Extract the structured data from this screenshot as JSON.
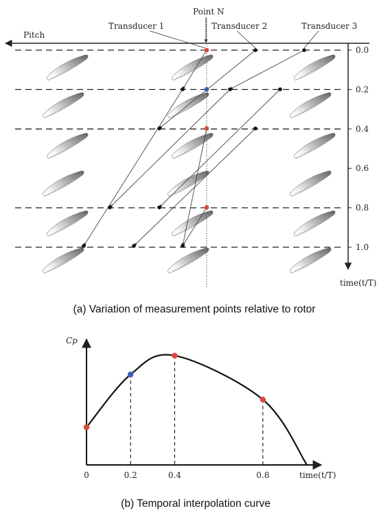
{
  "panel_a": {
    "caption": "(a) Variation of measurement points relative to rotor",
    "pitch_label": "Pitch",
    "time_label": "time(t/T)",
    "point_label": "Point N",
    "transducers": [
      "Transducer 1",
      "Transducer 2",
      "Transducer 3"
    ],
    "ticks": [
      "0.0",
      "0.2",
      "0.4",
      "0.6",
      "0.8",
      "1.0"
    ]
  },
  "panel_b": {
    "caption": "(b) Temporal interpolation curve",
    "y_label": "Cp",
    "x_label": "time(t/T)",
    "ticks": [
      "0",
      "0.2",
      "0.4",
      "0.8"
    ]
  },
  "colors": {
    "red_point": "#d94a3c",
    "blue_point": "#3a5fb5",
    "line": "#111111",
    "blade_dark": "#6f6f6f",
    "blade_light": "#ececec"
  },
  "chart_data": {
    "type": "line",
    "title": "(b) Temporal interpolation curve",
    "xlabel": "time(t/T)",
    "ylabel": "Cp",
    "x": [
      0,
      0.2,
      0.4,
      0.8
    ],
    "points": [
      {
        "x": 0,
        "y": 0.3,
        "color": "red"
      },
      {
        "x": 0.2,
        "y": 0.72,
        "color": "blue"
      },
      {
        "x": 0.4,
        "y": 0.87,
        "color": "red"
      },
      {
        "x": 0.8,
        "y": 0.52,
        "color": "red"
      }
    ],
    "xlim": [
      0,
      1.0
    ],
    "ylim": [
      0,
      1.0
    ]
  }
}
